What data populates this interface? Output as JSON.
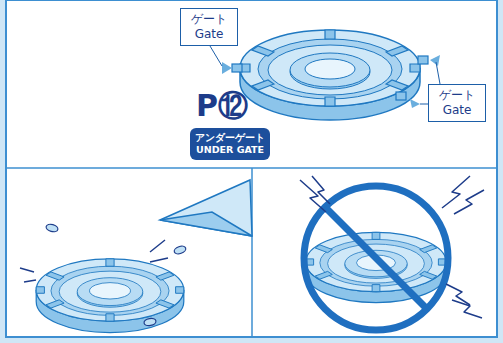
{
  "diagram": {
    "nodes": [
      {
        "text": [
          "ゲート",
          "Gate"
        ]
      },
      {
        "text": [
          "ゲート",
          "Gate"
        ]
      },
      {
        "text": [
          "アンダーゲート",
          "UNDER GATE"
        ]
      }
    ],
    "labels": [
      "P⑫"
    ]
  }
}
